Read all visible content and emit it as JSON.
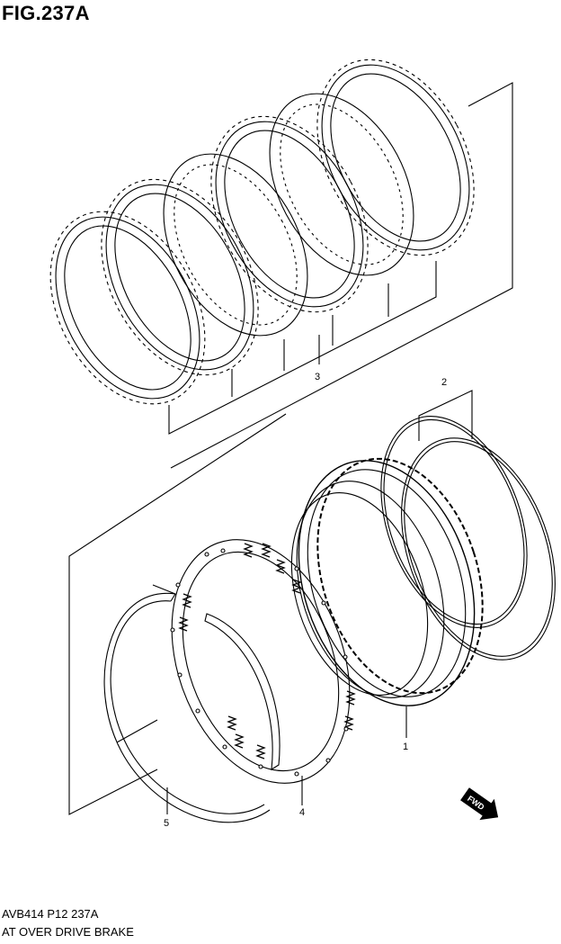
{
  "figure": {
    "title": "FIG.237A",
    "code": "AVB414 P12 237A",
    "name": "AT OVER DRIVE BRAKE"
  },
  "callouts": [
    {
      "id": "callout-3",
      "label": "3"
    },
    {
      "id": "callout-2",
      "label": "2"
    },
    {
      "id": "callout-1",
      "label": "1"
    },
    {
      "id": "callout-4",
      "label": "4"
    },
    {
      "id": "callout-5",
      "label": "5"
    }
  ],
  "fwd_badge": "FWD",
  "colors": {
    "line": "#000000",
    "background": "#ffffff"
  }
}
